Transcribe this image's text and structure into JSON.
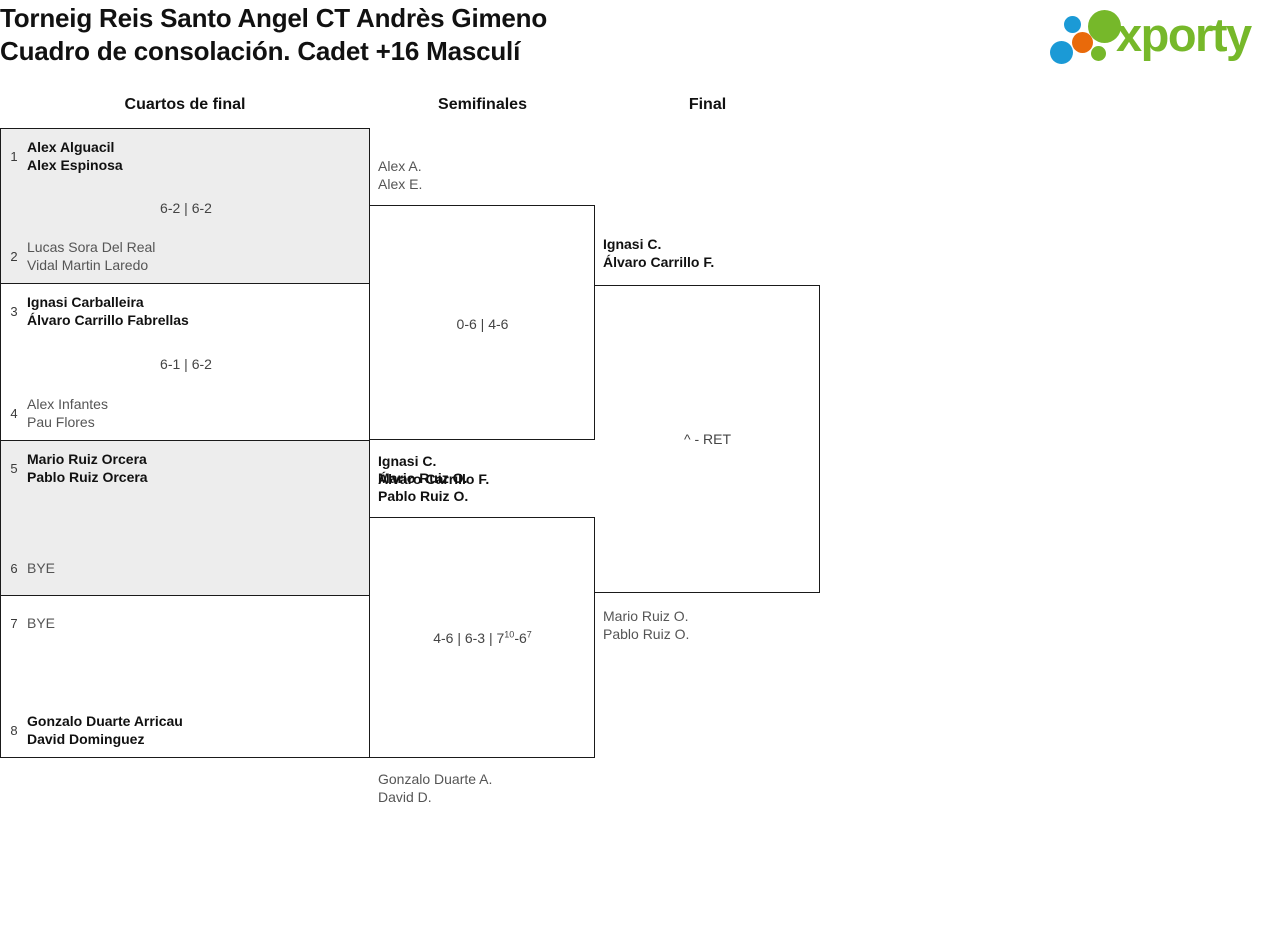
{
  "header": {
    "title_line1": "Torneig Reis Santo Angel CT Andrès Gimeno",
    "title_line2": "Cuadro de consolación. Cadet +16 Masculí",
    "logo_text": "xporty",
    "logo_colors": {
      "green": "#76b82a",
      "blue": "#1b9ad6",
      "orange": "#e96a0a"
    }
  },
  "rounds": {
    "quarterfinals_label": "Cuartos de final",
    "semifinals_label": "Semifinales",
    "final_label": "Final"
  },
  "quarterfinals": [
    {
      "seed_top": "1",
      "top_p1": "Alex Alguacil",
      "top_p2": "Alex Espinosa",
      "seed_bottom": "2",
      "bottom_p1": "Lucas Sora Del Real",
      "bottom_p2": "Vidal Martin Laredo",
      "score": "6-2 | 6-2"
    },
    {
      "seed_top": "3",
      "top_p1": "Ignasi Carballeira",
      "top_p2": "Álvaro Carrillo Fabrellas",
      "seed_bottom": "4",
      "bottom_p1": "Alex Infantes",
      "bottom_p2": "Pau Flores",
      "score": "6-1 | 6-2"
    },
    {
      "seed_top": "5",
      "top_p1": "Mario Ruiz Orcera",
      "top_p2": "Pablo Ruiz Orcera",
      "seed_bottom": "6",
      "bottom_p1": "BYE",
      "bottom_p2": "",
      "score": ""
    },
    {
      "seed_top": "7",
      "top_p1": "BYE",
      "top_p2": "",
      "seed_bottom": "8",
      "bottom_p1": "Gonzalo Duarte Arricau",
      "bottom_p2": "David Dominguez",
      "score": ""
    }
  ],
  "semifinals": [
    {
      "top_p1": "Alex A.",
      "top_p2": "Alex E.",
      "bottom_p1": "Ignasi C.",
      "bottom_p2": "Álvaro Carrillo F.",
      "score": "0-6 | 4-6"
    },
    {
      "top_p1": "Mario Ruiz O.",
      "top_p2": "Pablo Ruiz O.",
      "bottom_p1": "Gonzalo Duarte A.",
      "bottom_p2": "David D.",
      "score_set1": "4-6 | 6-3 | 7",
      "score_sup1": "10",
      "score_mid": "-6",
      "score_sup2": "7"
    }
  ],
  "final": {
    "top_p1": "Ignasi C.",
    "top_p2": "Álvaro Carrillo F.",
    "bottom_p1": "Mario Ruiz O.",
    "bottom_p2": "Pablo Ruiz O.",
    "score": "^ - RET"
  }
}
